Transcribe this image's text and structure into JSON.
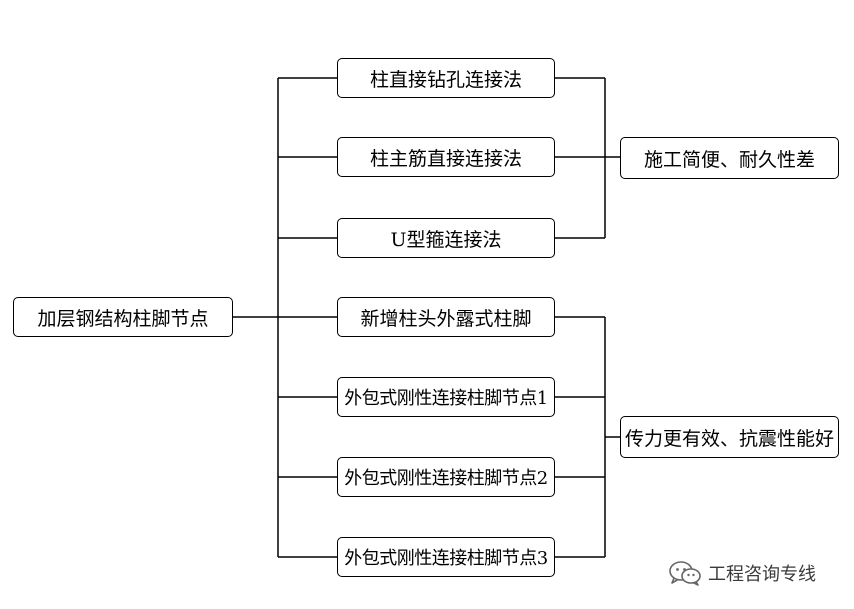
{
  "diagram": {
    "root": "加层钢结构柱脚节点",
    "group_a": {
      "items": [
        "柱直接钻孔连接法",
        "柱主筋直接连接法",
        "U型箍连接法"
      ],
      "conclusion": "施工简便、耐久性差"
    },
    "group_b": {
      "items": [
        "新增柱头外露式柱脚",
        "外包式刚性连接柱脚节点1",
        "外包式刚性连接柱脚节点2",
        "外包式刚性连接柱脚节点3"
      ],
      "conclusion": "传力更有效、抗震性能好"
    }
  },
  "watermark": {
    "icon": "wechat-icon",
    "text": "工程咨询专线"
  },
  "colors": {
    "line": "#000000",
    "text": "#000000",
    "watermark": "#3a3a3a"
  }
}
